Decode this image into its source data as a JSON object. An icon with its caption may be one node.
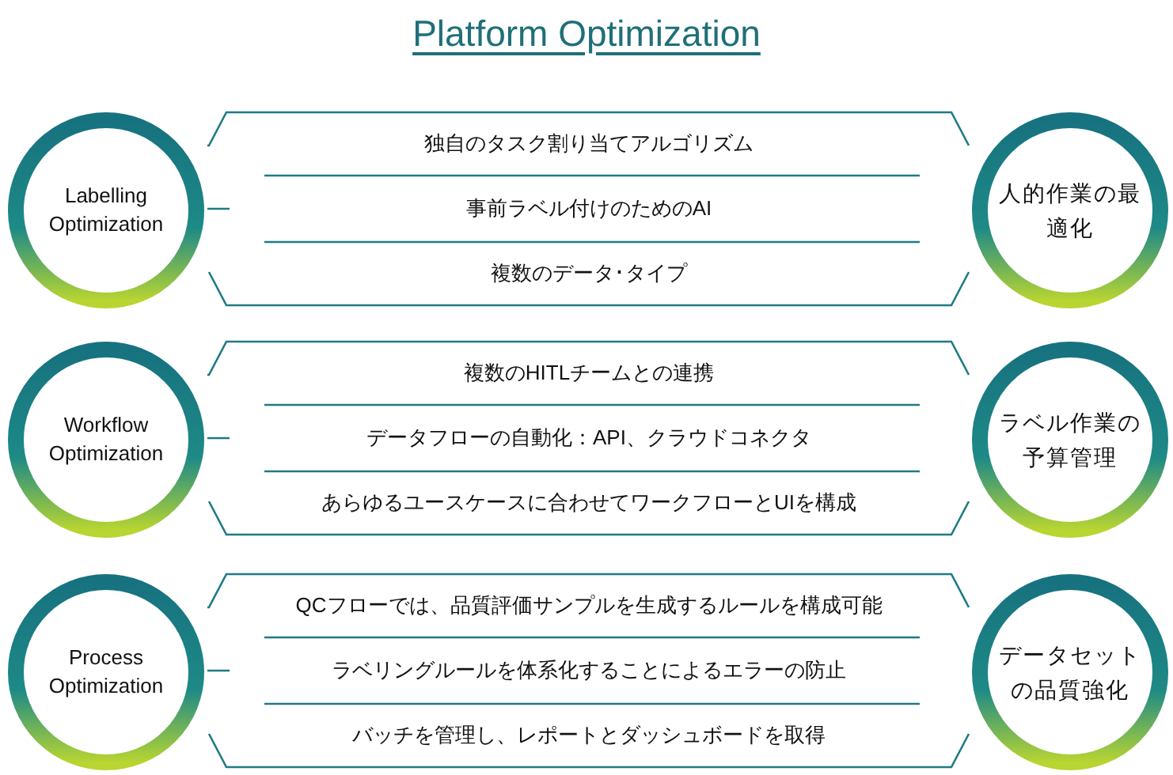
{
  "diagram": {
    "title": "Platform Optimization",
    "nodes": [
      {
        "text": [
          "Labelling Optimization"
        ]
      },
      {
        "text": [
          "独自のタスク割り当てアルゴリズム",
          "事前ラベル付けのためのAI",
          "複数のデータ･タイプ"
        ]
      },
      {
        "text": [
          "人的作業の最適化"
        ]
      },
      {
        "text": [
          "Workflow Optimization"
        ]
      },
      {
        "text": [
          "複数のHITLチームとの連携",
          "データフローの自動化：API、クラウドコネクタ",
          "あらゆるユースケースに合わせてワークフローとUIを構成"
        ]
      },
      {
        "text": [
          "ラベル作業の予算管理"
        ]
      },
      {
        "text": [
          "Process Optimization"
        ]
      },
      {
        "text": [
          "QCフローでは、品質評価サンプルを生成するルールを構成可能",
          "ラベリングルールを体系化することによるエラーの防止",
          "バッチを管理し、レポートとダッシュボードを取得"
        ]
      },
      {
        "text": [
          "データセットの品質強化"
        ]
      }
    ]
  }
}
